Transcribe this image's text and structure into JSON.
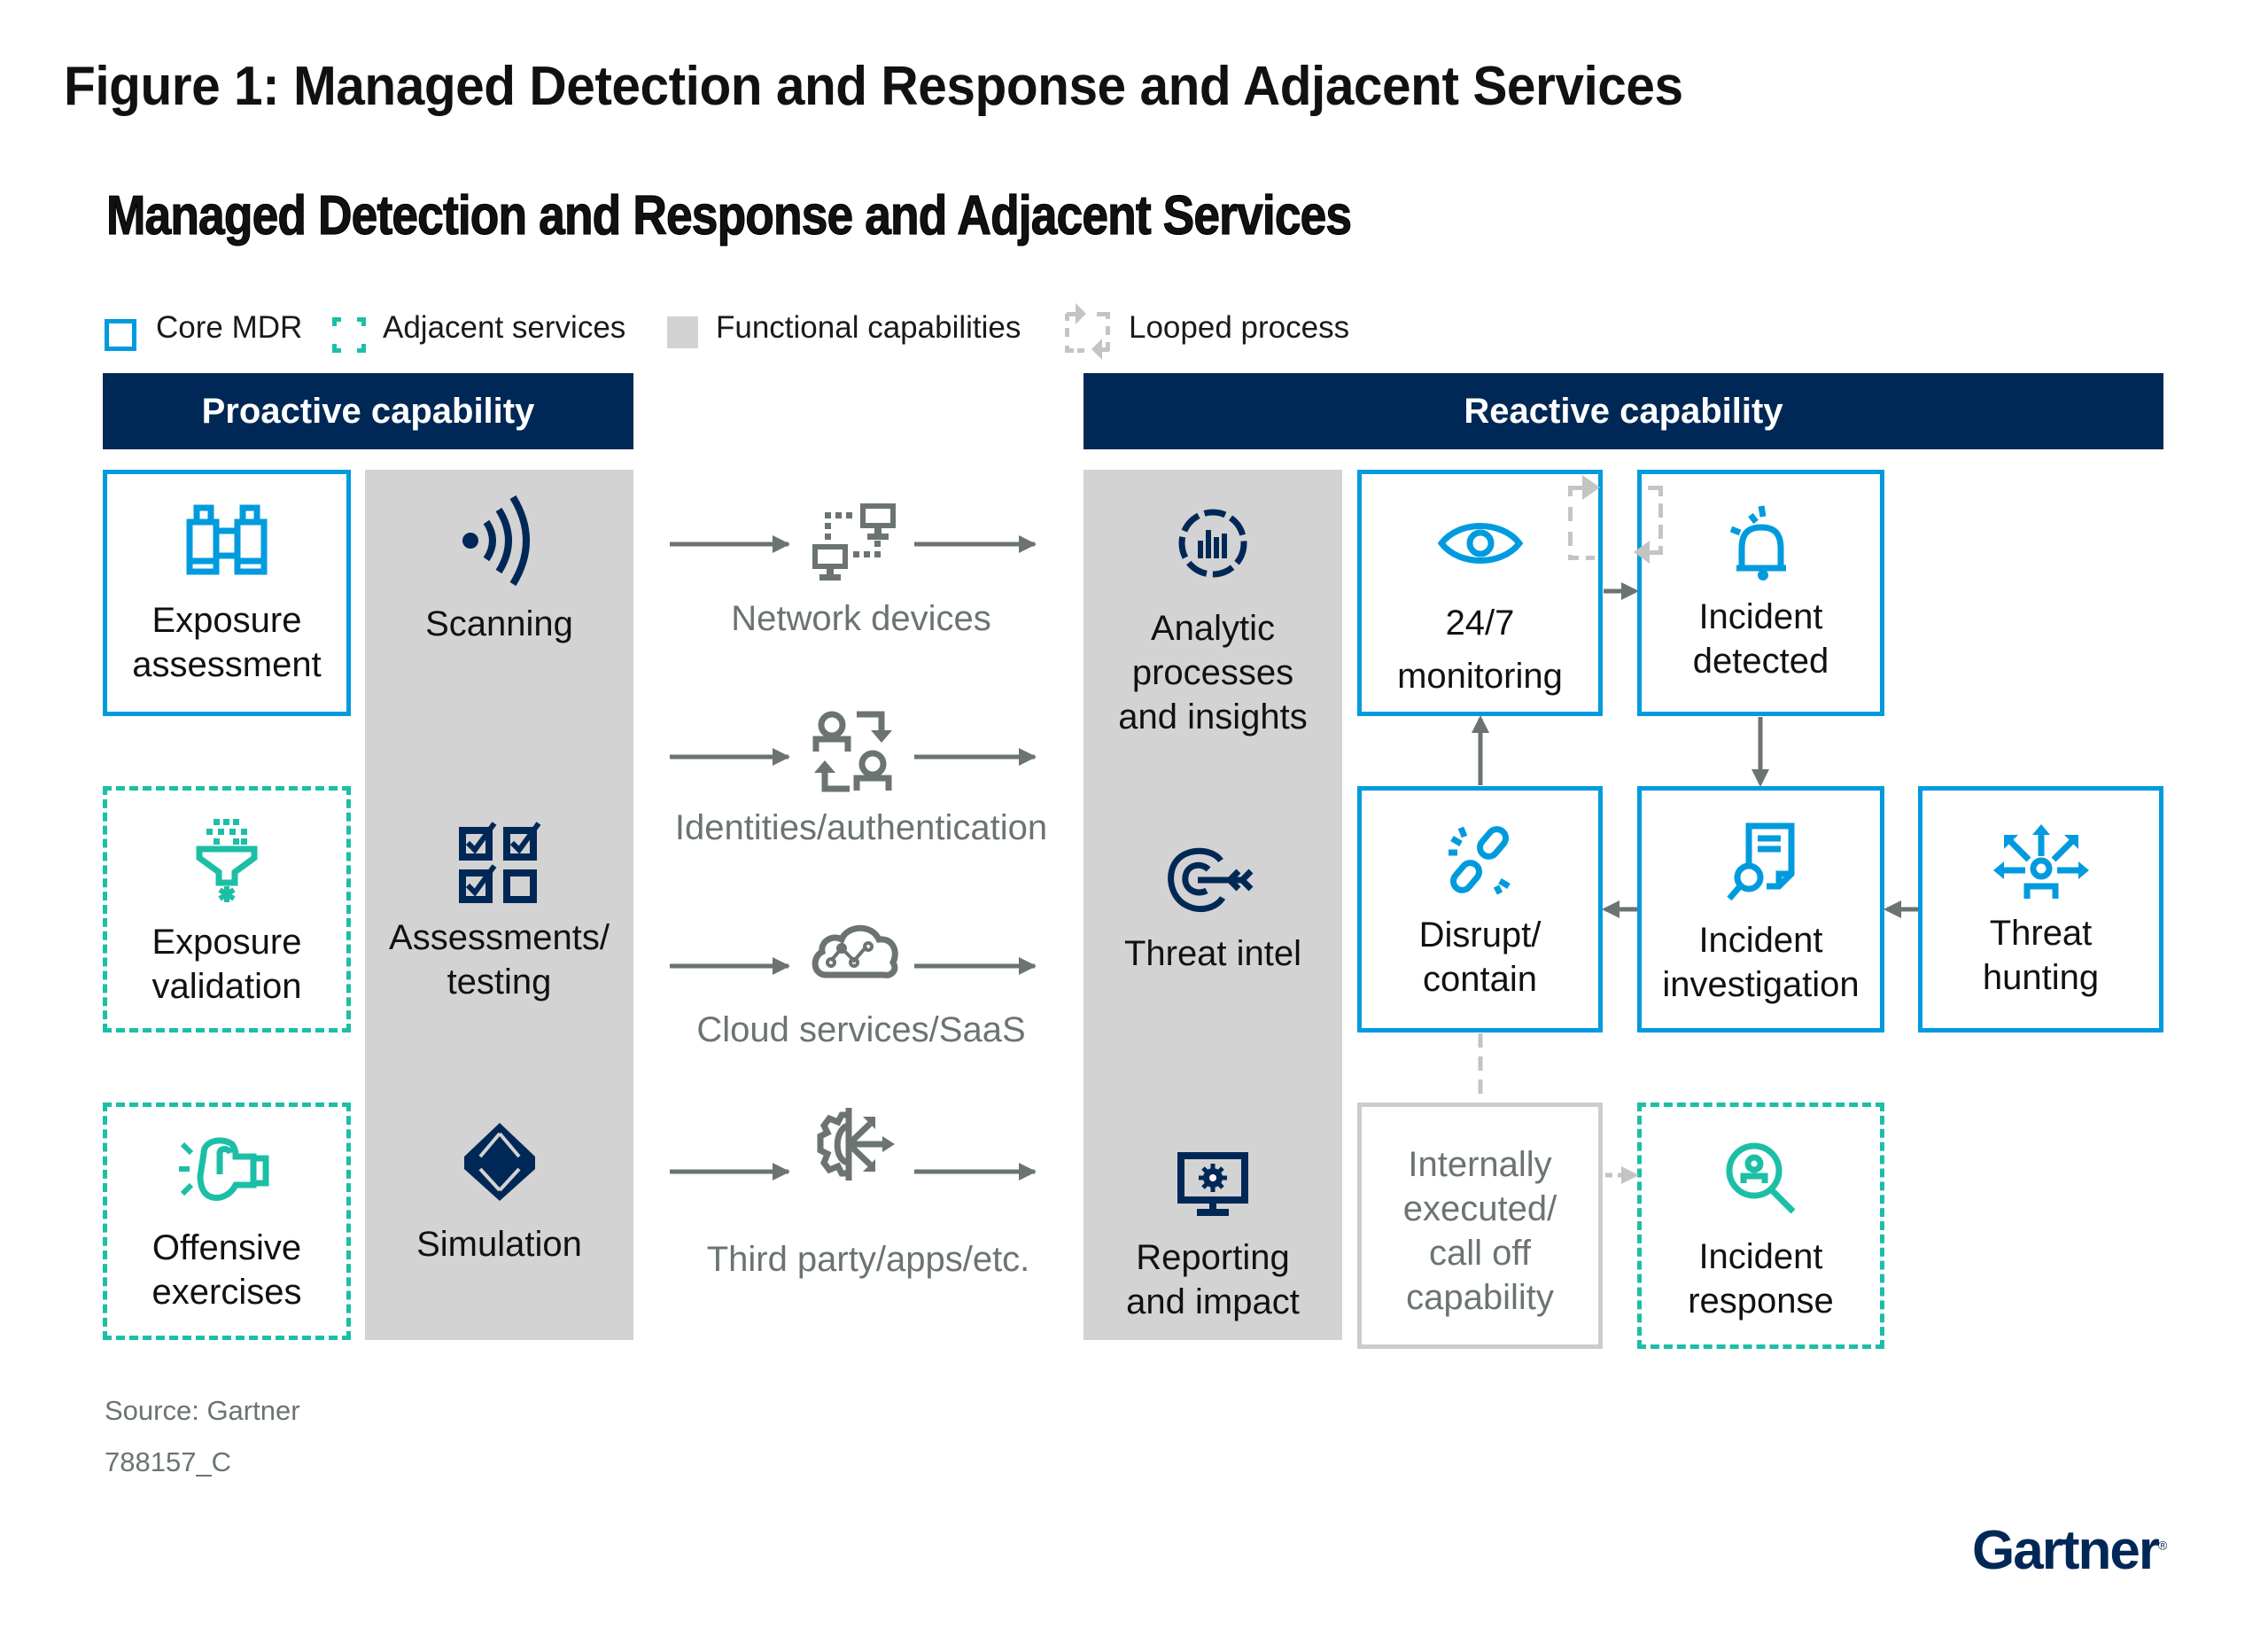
{
  "figure_title": "Figure 1: Managed Detection and Response and Adjacent Services",
  "diagram_title": "Managed Detection and Response and Adjacent Services",
  "legend": [
    {
      "label": "Core MDR",
      "icon": "core-mdr-square-icon"
    },
    {
      "label": "Adjacent services",
      "icon": "adjacent-dashed-square-icon"
    },
    {
      "label": "Functional capabilities",
      "icon": "gray-filled-square-icon"
    },
    {
      "label": "Looped process",
      "icon": "loop-arrows-icon"
    }
  ],
  "colors": {
    "navy": "#002856",
    "core_blue": "#009BDE",
    "adjacent_teal": "#1CBFA6",
    "functional_gray": "#D3D3D3",
    "connector_gray": "#6B7373"
  },
  "proactive": {
    "header": "Proactive capability",
    "services": [
      {
        "label": "Exposure assessment",
        "lines": [
          "Exposure",
          "assessment"
        ],
        "type": "core",
        "icon": "binoculars-icon"
      },
      {
        "label": "Exposure validation",
        "lines": [
          "Exposure",
          "validation"
        ],
        "type": "adjacent",
        "icon": "filter-funnel-icon"
      },
      {
        "label": "Offensive exercises",
        "lines": [
          "Offensive",
          "exercises"
        ],
        "type": "adjacent",
        "icon": "boxing-glove-icon"
      }
    ],
    "functional": [
      {
        "label": "Scanning",
        "lines": [
          "Scanning"
        ],
        "icon": "signal-waves-icon"
      },
      {
        "label": "Assessments/testing",
        "lines": [
          "Assessments/",
          "testing"
        ],
        "icon": "checklist-grid-icon"
      },
      {
        "label": "Simulation",
        "lines": [
          "Simulation"
        ],
        "icon": "diamond-shield-icon"
      }
    ]
  },
  "sources": [
    {
      "label": "Network devices",
      "icon": "network-devices-icon"
    },
    {
      "label": "Identities/authentication",
      "icon": "identity-exchange-icon"
    },
    {
      "label": "Cloud services/SaaS",
      "icon": "cloud-network-icon"
    },
    {
      "label": "Third party/apps/etc.",
      "icon": "gear-integration-icon"
    }
  ],
  "reactive": {
    "header": "Reactive capability",
    "functional": [
      {
        "label": "Analytic processes and insights",
        "lines": [
          "Analytic",
          "processes",
          "and insights"
        ],
        "icon": "analytics-chart-icon"
      },
      {
        "label": "Threat intel",
        "lines": [
          "Threat intel"
        ],
        "icon": "target-arrow-icon"
      },
      {
        "label": "Reporting and impact",
        "lines": [
          "Reporting",
          "and impact"
        ],
        "icon": "monitor-gear-icon"
      }
    ],
    "services": [
      {
        "id": "monitoring",
        "label": "24/7 monitoring",
        "lines": [
          "24/7",
          "monitoring"
        ],
        "type": "core",
        "icon": "eye-icon"
      },
      {
        "id": "detected",
        "label": "Incident detected",
        "lines": [
          "Incident",
          "detected"
        ],
        "type": "core",
        "icon": "alert-bell-icon"
      },
      {
        "id": "disrupt",
        "label": "Disrupt/contain",
        "lines": [
          "Disrupt/",
          "contain"
        ],
        "type": "core",
        "icon": "broken-link-icon"
      },
      {
        "id": "investigation",
        "label": "Incident investigation",
        "lines": [
          "Incident",
          "investigation"
        ],
        "type": "core",
        "icon": "document-search-icon"
      },
      {
        "id": "hunting",
        "label": "Threat hunting",
        "lines": [
          "Threat",
          "hunting"
        ],
        "type": "core",
        "icon": "person-arrows-icon"
      },
      {
        "id": "internal",
        "label": "Internally executed/call off capability",
        "lines": [
          "Internally",
          "executed/",
          "call off",
          "capability"
        ],
        "type": "internal",
        "icon": ""
      },
      {
        "id": "response",
        "label": "Incident response",
        "lines": [
          "Incident",
          "response"
        ],
        "type": "adjacent",
        "icon": "person-search-icon"
      }
    ],
    "flows": [
      {
        "from": "monitoring",
        "to": "detected",
        "style": "solid"
      },
      {
        "from": "detected",
        "to": "investigation",
        "style": "solid"
      },
      {
        "from": "hunting",
        "to": "investigation",
        "style": "solid"
      },
      {
        "from": "investigation",
        "to": "disrupt",
        "style": "solid"
      },
      {
        "from": "disrupt",
        "to": "monitoring",
        "style": "solid"
      },
      {
        "from": "disrupt",
        "to": "internal",
        "style": "dashed"
      },
      {
        "from": "internal",
        "to": "response",
        "style": "dashed"
      },
      {
        "from": "monitoring",
        "to": "detected",
        "style": "looped"
      }
    ]
  },
  "footer": {
    "source": "Source: Gartner",
    "id": "788157_C"
  },
  "logo": "Gartner"
}
